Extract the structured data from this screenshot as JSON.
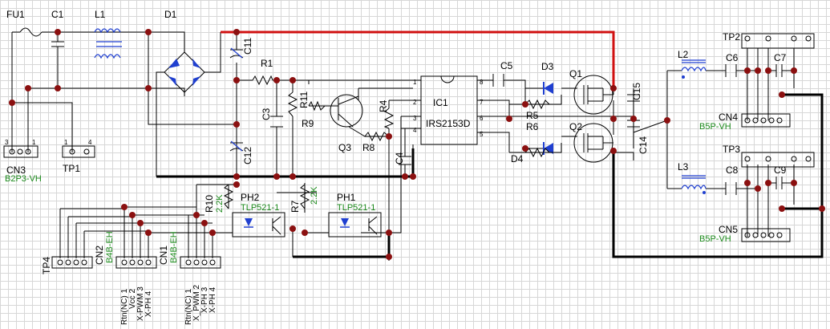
{
  "components": {
    "FU1": "FU1",
    "C1": "C1",
    "L1": "L1",
    "D1": "D1",
    "C11": "C11",
    "R1": "R1",
    "C3": "C3",
    "R11": "R11",
    "R9": "R9",
    "Q3": "Q3",
    "R4": "R4",
    "R8": "R8",
    "C4": "C4",
    "C12": "C12",
    "IC1": "IC1",
    "IRS": "IRS2153D",
    "C5": "C5",
    "D3": "D3",
    "D4": "D4",
    "R5": "R5",
    "R6": "R6",
    "Q1": "Q1",
    "Q2": "Q2",
    "C15": "C15",
    "C14": "C14",
    "L2": "L2",
    "L3": "L3",
    "C6": "C6",
    "C7": "C7",
    "C8": "C8",
    "C9": "C9",
    "TP1": "TP1",
    "TP2": "TP2",
    "TP3": "TP3",
    "TP4": "TP4",
    "CN1": "CN1",
    "CN2": "CN2",
    "CN3": "CN3",
    "CN4": "CN4",
    "CN5": "CN5",
    "R10": "R10",
    "R10v": "2.2K",
    "R7": "R7",
    "R7v": "2.2K",
    "PH1": "PH1",
    "PH2": "PH2"
  },
  "parts": {
    "tlp1": "TLP521-1",
    "tlp2": "TLP521-1",
    "b2p3": "B2P3-VH",
    "b5p_a": "B5P-VH",
    "b5p_b": "B5P-VH",
    "b4b_a": "B4B-EH",
    "b4b_b": "B4B-EH"
  },
  "ic_pins": [
    "1",
    "2",
    "3",
    "4",
    "8",
    "7",
    "6",
    "5"
  ],
  "conn_labels": {
    "cn2": [
      "Rtn(NC) 1",
      "Vcc 2",
      "X-PWM 3",
      "X-PH 4"
    ],
    "cn1": [
      "Rtn(NC) 1",
      "X_PWM 2",
      "X-PH 3",
      "X-PH 4"
    ]
  },
  "pin_numbers": {
    "cn3_3": "3",
    "cn3_1": "1",
    "tp1_1": "1",
    "tp1_4": "4"
  }
}
